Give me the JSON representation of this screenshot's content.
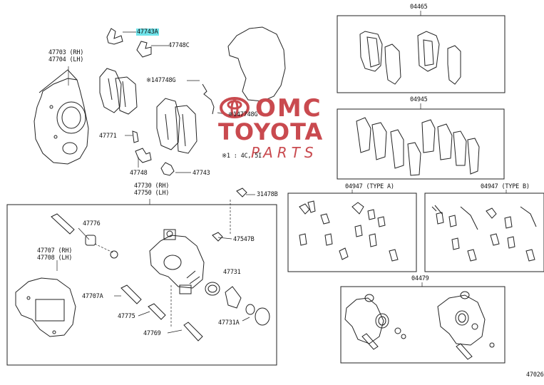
{
  "diagram_number": "47026",
  "watermark": {
    "brand": "OMC",
    "line1": "TOYOTA",
    "line2": "PARTS"
  },
  "parts": {
    "p47743A": "47743A",
    "p47748C": "47748C",
    "p47703": "47703 (RH)",
    "p47704": "47704 (LH)",
    "p147748G_a": "※147748G",
    "p147748G_b": "※147748G",
    "p47771": "47771",
    "p47748": "47748",
    "p47743": "47743",
    "note": "※1 : 4C, 5I",
    "p47730": "47730 (RH)",
    "p47750": "47750 (LH)",
    "p31478B": "31478B",
    "p47776": "47776",
    "p47547B": "47547B",
    "p47707": "47707 (RH)",
    "p47708": "47708 (LH)",
    "p47731": "47731",
    "p47707A": "47707A",
    "p47775": "47775",
    "p47731A": "47731A",
    "p47769": "47769",
    "k04465": "04465",
    "k04945": "04945",
    "k04947A": "04947 (TYPE A)",
    "k04947B": "04947 (TYPE B)",
    "k04479": "04479"
  }
}
